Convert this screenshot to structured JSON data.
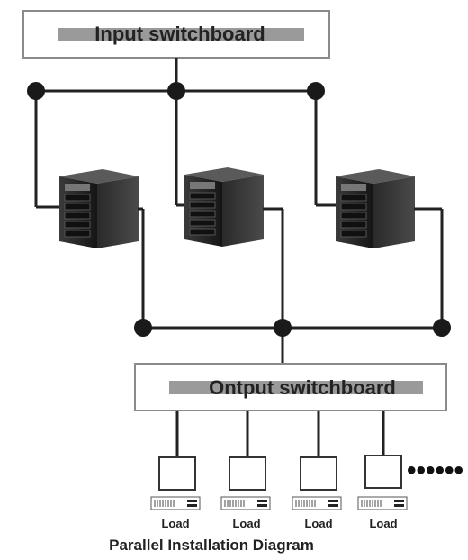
{
  "input_switchboard": {
    "label": "Input switchboard"
  },
  "output_switchboard": {
    "label": "Ontput switchboard"
  },
  "loads": [
    {
      "label": "Load"
    },
    {
      "label": "Load"
    },
    {
      "label": "Load"
    },
    {
      "label": "Load"
    }
  ],
  "continuation": "••••••",
  "caption": "Parallel Installation Diagram",
  "icons": [
    "server-icon",
    "load-meter-icon"
  ]
}
